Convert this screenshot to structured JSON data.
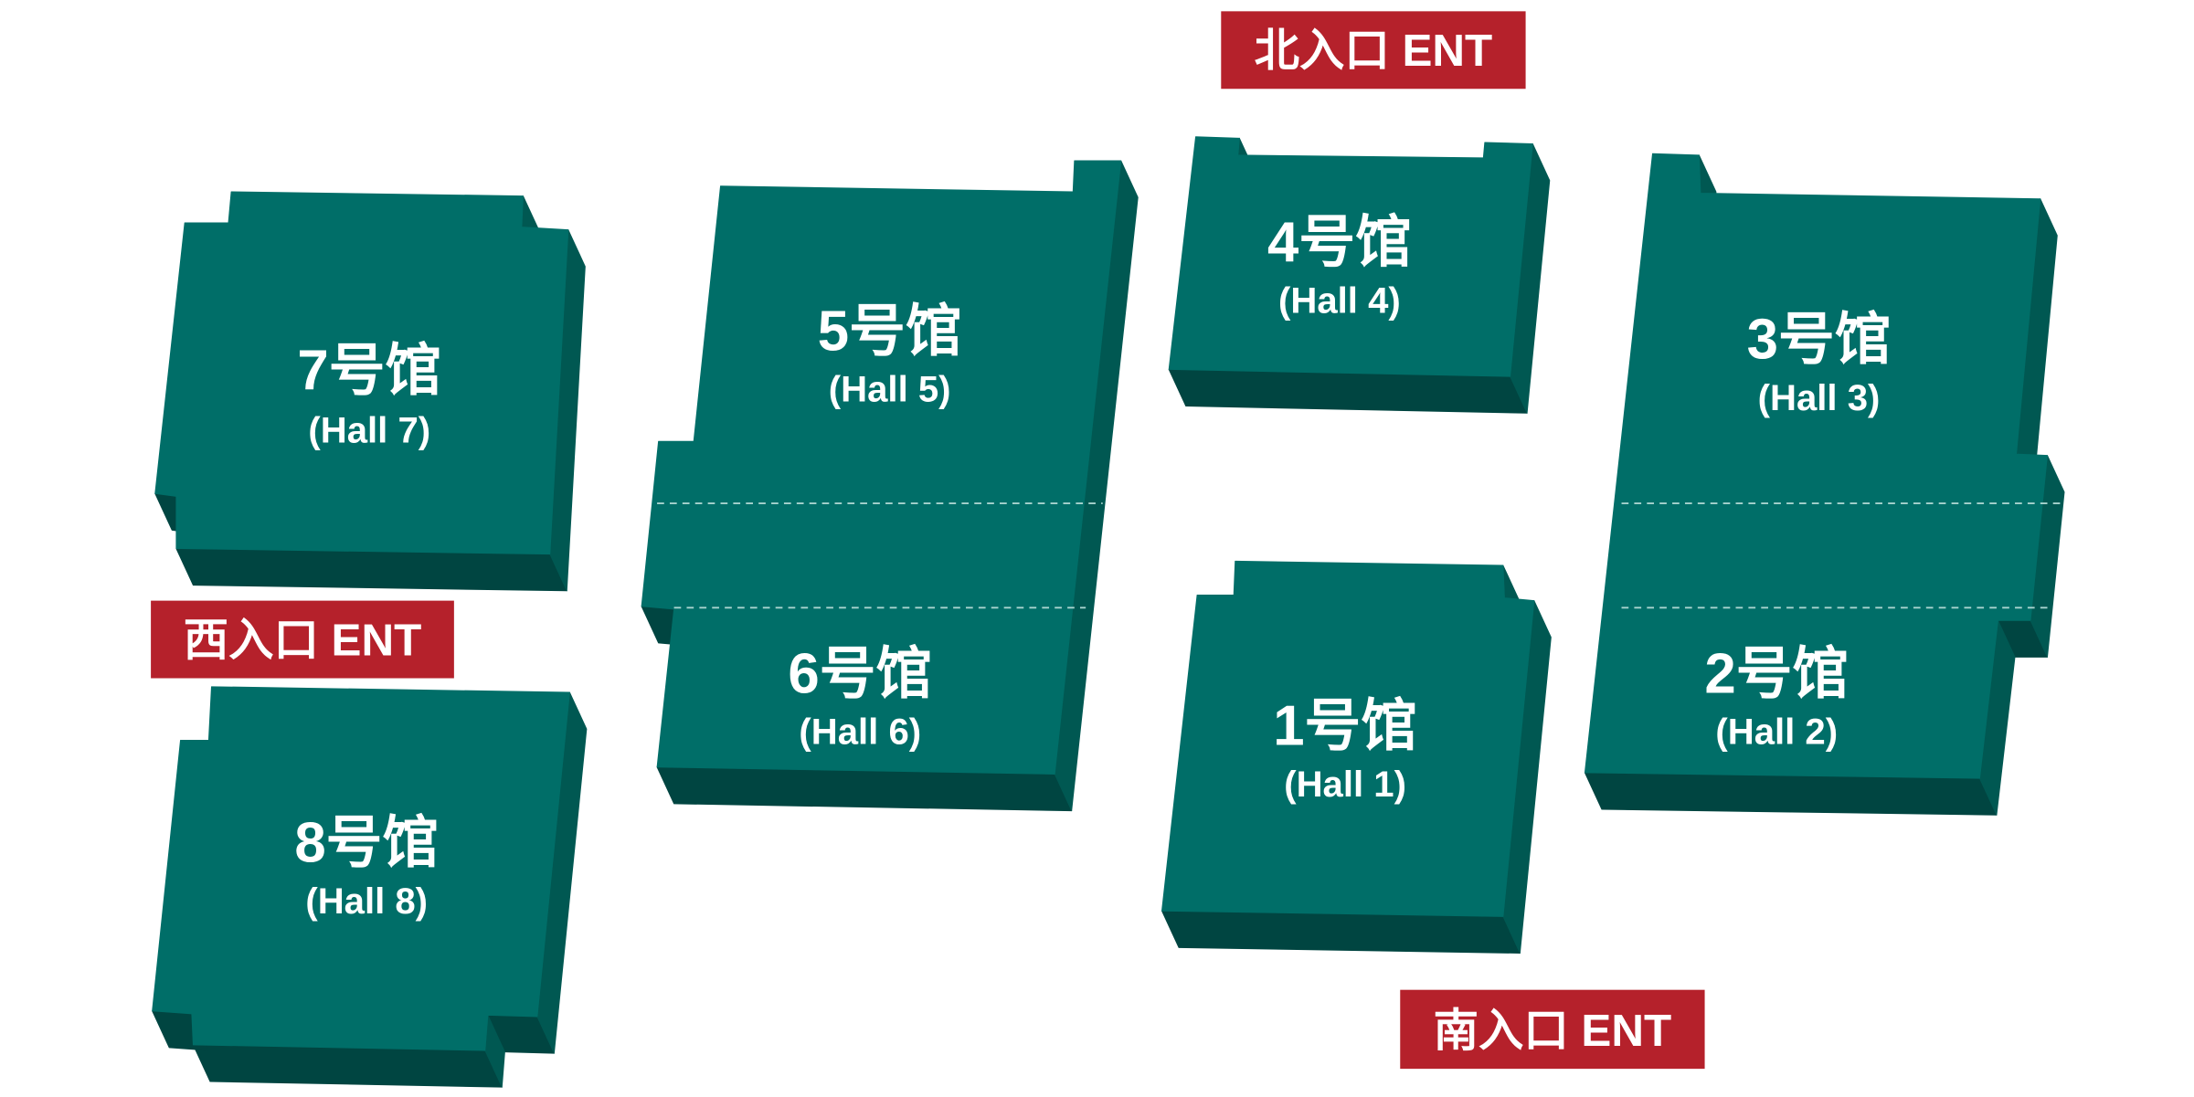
{
  "colors": {
    "background": "#ffffff",
    "hall_top": "#006e68",
    "hall_side": "#005852",
    "hall_bottom": "#004541",
    "divider": "#a8d3ce",
    "entrance_bg": "#b5212b",
    "label_text": "#ffffff"
  },
  "entrances": {
    "north": "北入口 ENT",
    "west": "西入口 ENT",
    "south": "南入口 ENT"
  },
  "halls": {
    "hall_1": {
      "name": "1号馆",
      "english": "(Hall 1)"
    },
    "hall_2": {
      "name": "2号馆",
      "english": "(Hall 2)"
    },
    "hall_3": {
      "name": "3号馆",
      "english": "(Hall 3)"
    },
    "hall_4": {
      "name": "4号馆",
      "english": "(Hall 4)"
    },
    "hall_5": {
      "name": "5号馆",
      "english": "(Hall 5)"
    },
    "hall_6": {
      "name": "6号馆",
      "english": "(Hall 6)"
    },
    "hall_7": {
      "name": "7号馆",
      "english": "(Hall 7)"
    },
    "hall_8": {
      "name": "8号馆",
      "english": "(Hall 8)"
    }
  }
}
